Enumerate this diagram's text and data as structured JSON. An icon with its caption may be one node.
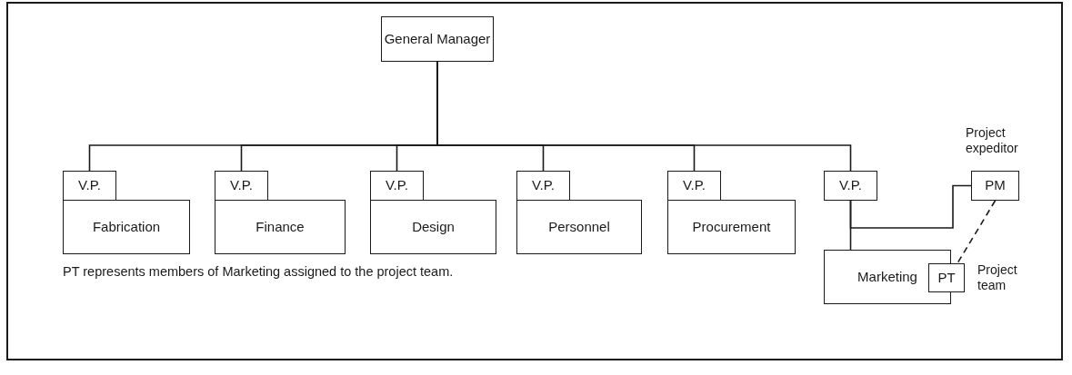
{
  "diagram": {
    "nodes": [
      {
        "text": [
          "General Manager"
        ]
      },
      {
        "text": [
          "V.P."
        ]
      },
      {
        "text": [
          "Fabrication"
        ]
      },
      {
        "text": [
          "V.P."
        ]
      },
      {
        "text": [
          "Finance"
        ]
      },
      {
        "text": [
          "V.P."
        ]
      },
      {
        "text": [
          "Design"
        ]
      },
      {
        "text": [
          "V.P."
        ]
      },
      {
        "text": [
          "Personnel"
        ]
      },
      {
        "text": [
          "V.P."
        ]
      },
      {
        "text": [
          "Procurement"
        ]
      },
      {
        "text": [
          "V.P."
        ]
      },
      {
        "text": [
          "PM"
        ],
        "beside": [
          "Project expeditor"
        ]
      },
      {
        "text": [
          "Marketing"
        ]
      },
      {
        "text": [
          "PT"
        ],
        "beside": [
          "Project team"
        ]
      }
    ],
    "edges": [
      {
        "from": 0,
        "to": 1,
        "arrow": "none"
      },
      {
        "from": 0,
        "to": 3,
        "arrow": "none"
      },
      {
        "from": 0,
        "to": 5,
        "arrow": "none"
      },
      {
        "from": 0,
        "to": 7,
        "arrow": "none"
      },
      {
        "from": 0,
        "to": 9,
        "arrow": "none"
      },
      {
        "from": 0,
        "to": 11,
        "arrow": "none"
      },
      {
        "from": 11,
        "to": 13,
        "arrow": "none"
      },
      {
        "from": 11,
        "to": 12,
        "arrow": "none"
      },
      {
        "from": 12,
        "to": 14,
        "arrow": "none",
        "style": "dashed"
      }
    ],
    "labels": [
      "PT represents members of Marketing assigned to the project team."
    ]
  }
}
